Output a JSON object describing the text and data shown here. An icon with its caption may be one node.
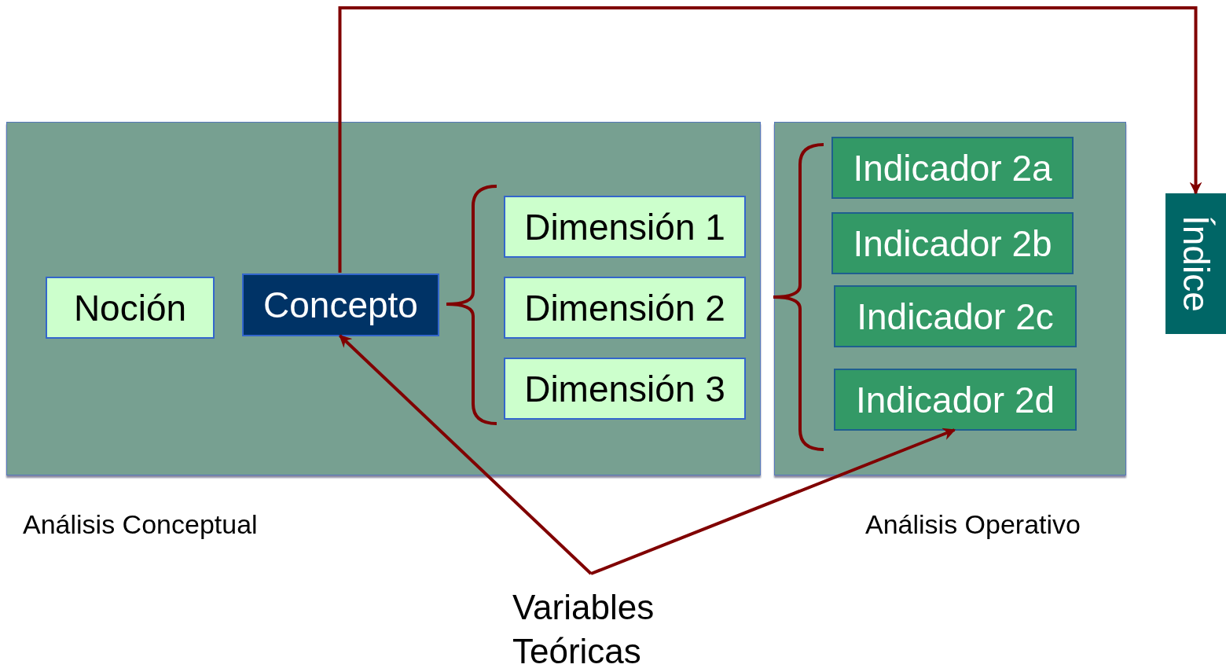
{
  "diagram": {
    "nodes": [
      {
        "text": [
          "Análisis Conceptual"
        ]
      },
      {
        "text": [
          "Noción"
        ],
        "in": 0
      },
      {
        "text": [
          "Concepto"
        ],
        "in": 0
      },
      {
        "text": [
          "Dimensión 1"
        ],
        "in": 0
      },
      {
        "text": [
          "Dimensión 2"
        ],
        "in": 0
      },
      {
        "text": [
          "Dimensión 3"
        ],
        "in": 0
      },
      {
        "text": [
          "Análisis Operativo"
        ]
      },
      {
        "text": [
          "Indicador 2a"
        ],
        "in": 6
      },
      {
        "text": [
          "Indicador 2b"
        ],
        "in": 6
      },
      {
        "text": [
          "Indicador 2c"
        ],
        "in": 6
      },
      {
        "text": [
          "Indicador 2d"
        ],
        "in": 6
      },
      {
        "text": [
          "Índice"
        ]
      },
      {
        "text": [
          "Variables Teóricas"
        ]
      }
    ],
    "edges": [
      {
        "from": 2,
        "to": 11,
        "arrow": "to"
      },
      {
        "from": 12,
        "to": 2,
        "arrow": "to"
      },
      {
        "from": 12,
        "to": 10,
        "arrow": "to"
      }
    ]
  }
}
